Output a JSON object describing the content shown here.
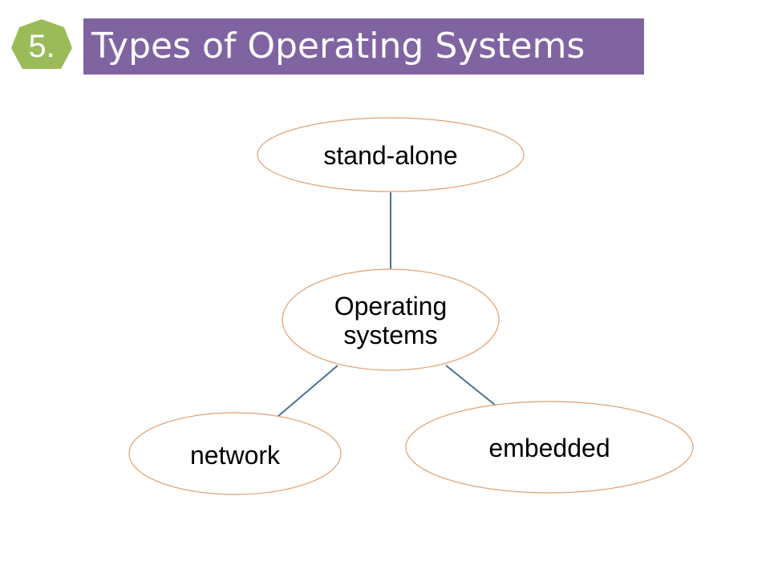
{
  "header": {
    "number": "5.",
    "title": "Types of Operating Systems",
    "badge_color": "#9bbb59",
    "title_bar_color": "#8064a2"
  },
  "diagram": {
    "center": {
      "label_line1": "Operating",
      "label_line2": "systems"
    },
    "nodes": {
      "top": "stand-alone",
      "left": "network",
      "right": "embedded"
    },
    "ellipse_stroke_color": "#e0a070",
    "connector_color": "#4a6f9a"
  }
}
